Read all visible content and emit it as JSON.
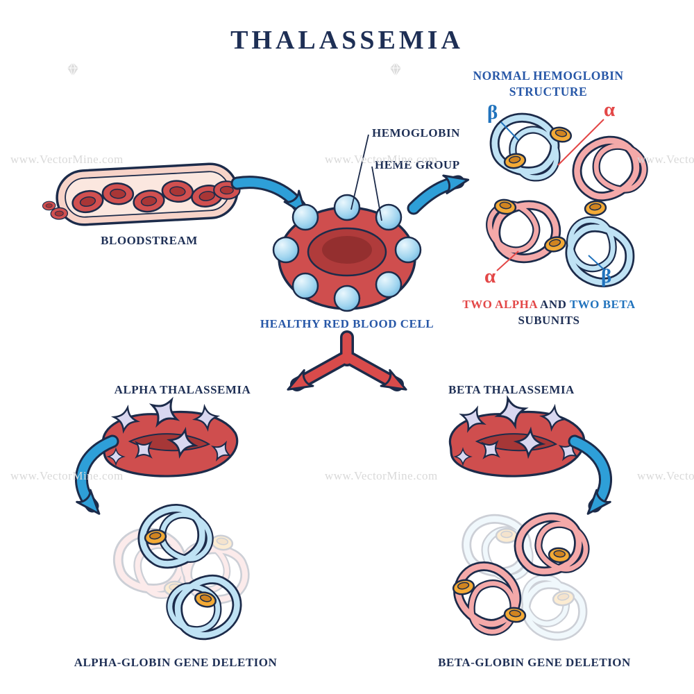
{
  "title": "THALASSEMIA",
  "watermark": {
    "text": "www.VectorMine.com"
  },
  "colors": {
    "navy": "#1e2f55",
    "label_blue": "#2757a7",
    "accent_red": "#e34747",
    "accent_blue": "#2173bd",
    "arrow_blue": "#2e9fd8",
    "arrow_red": "#d94b4b",
    "cell_red": "#cf4e4e",
    "tube_pink": "#f4a9a9",
    "tube_blue": "#bfe2f4",
    "heme_orange": "#f3aa36",
    "crystal_lavender": "#d9d7f0",
    "watermark_gray": "#d9d9d9"
  },
  "bloodstream": {
    "label": "BLOODSTREAM"
  },
  "healthy_cell": {
    "label": "HEALTHY RED BLOOD CELL",
    "hemoglobin": "HEMOGLOBIN",
    "heme_group": "HEME GROUP"
  },
  "normal_structure": {
    "heading": "NORMAL HEMOGLOBIN STRUCTURE",
    "alpha": "α",
    "beta": "β",
    "caption": {
      "two_alpha": "TWO ALPHA",
      "and": " AND ",
      "two_beta": "TWO BETA",
      "line2": "SUBUNITS"
    }
  },
  "alpha_thalassemia": {
    "label": "ALPHA THALASSEMIA",
    "deletion": "ALPHA-GLOBIN GENE DELETION"
  },
  "beta_thalassemia": {
    "label": "BETA THALASSEMIA",
    "deletion": "BETA-GLOBIN GENE DELETION"
  }
}
